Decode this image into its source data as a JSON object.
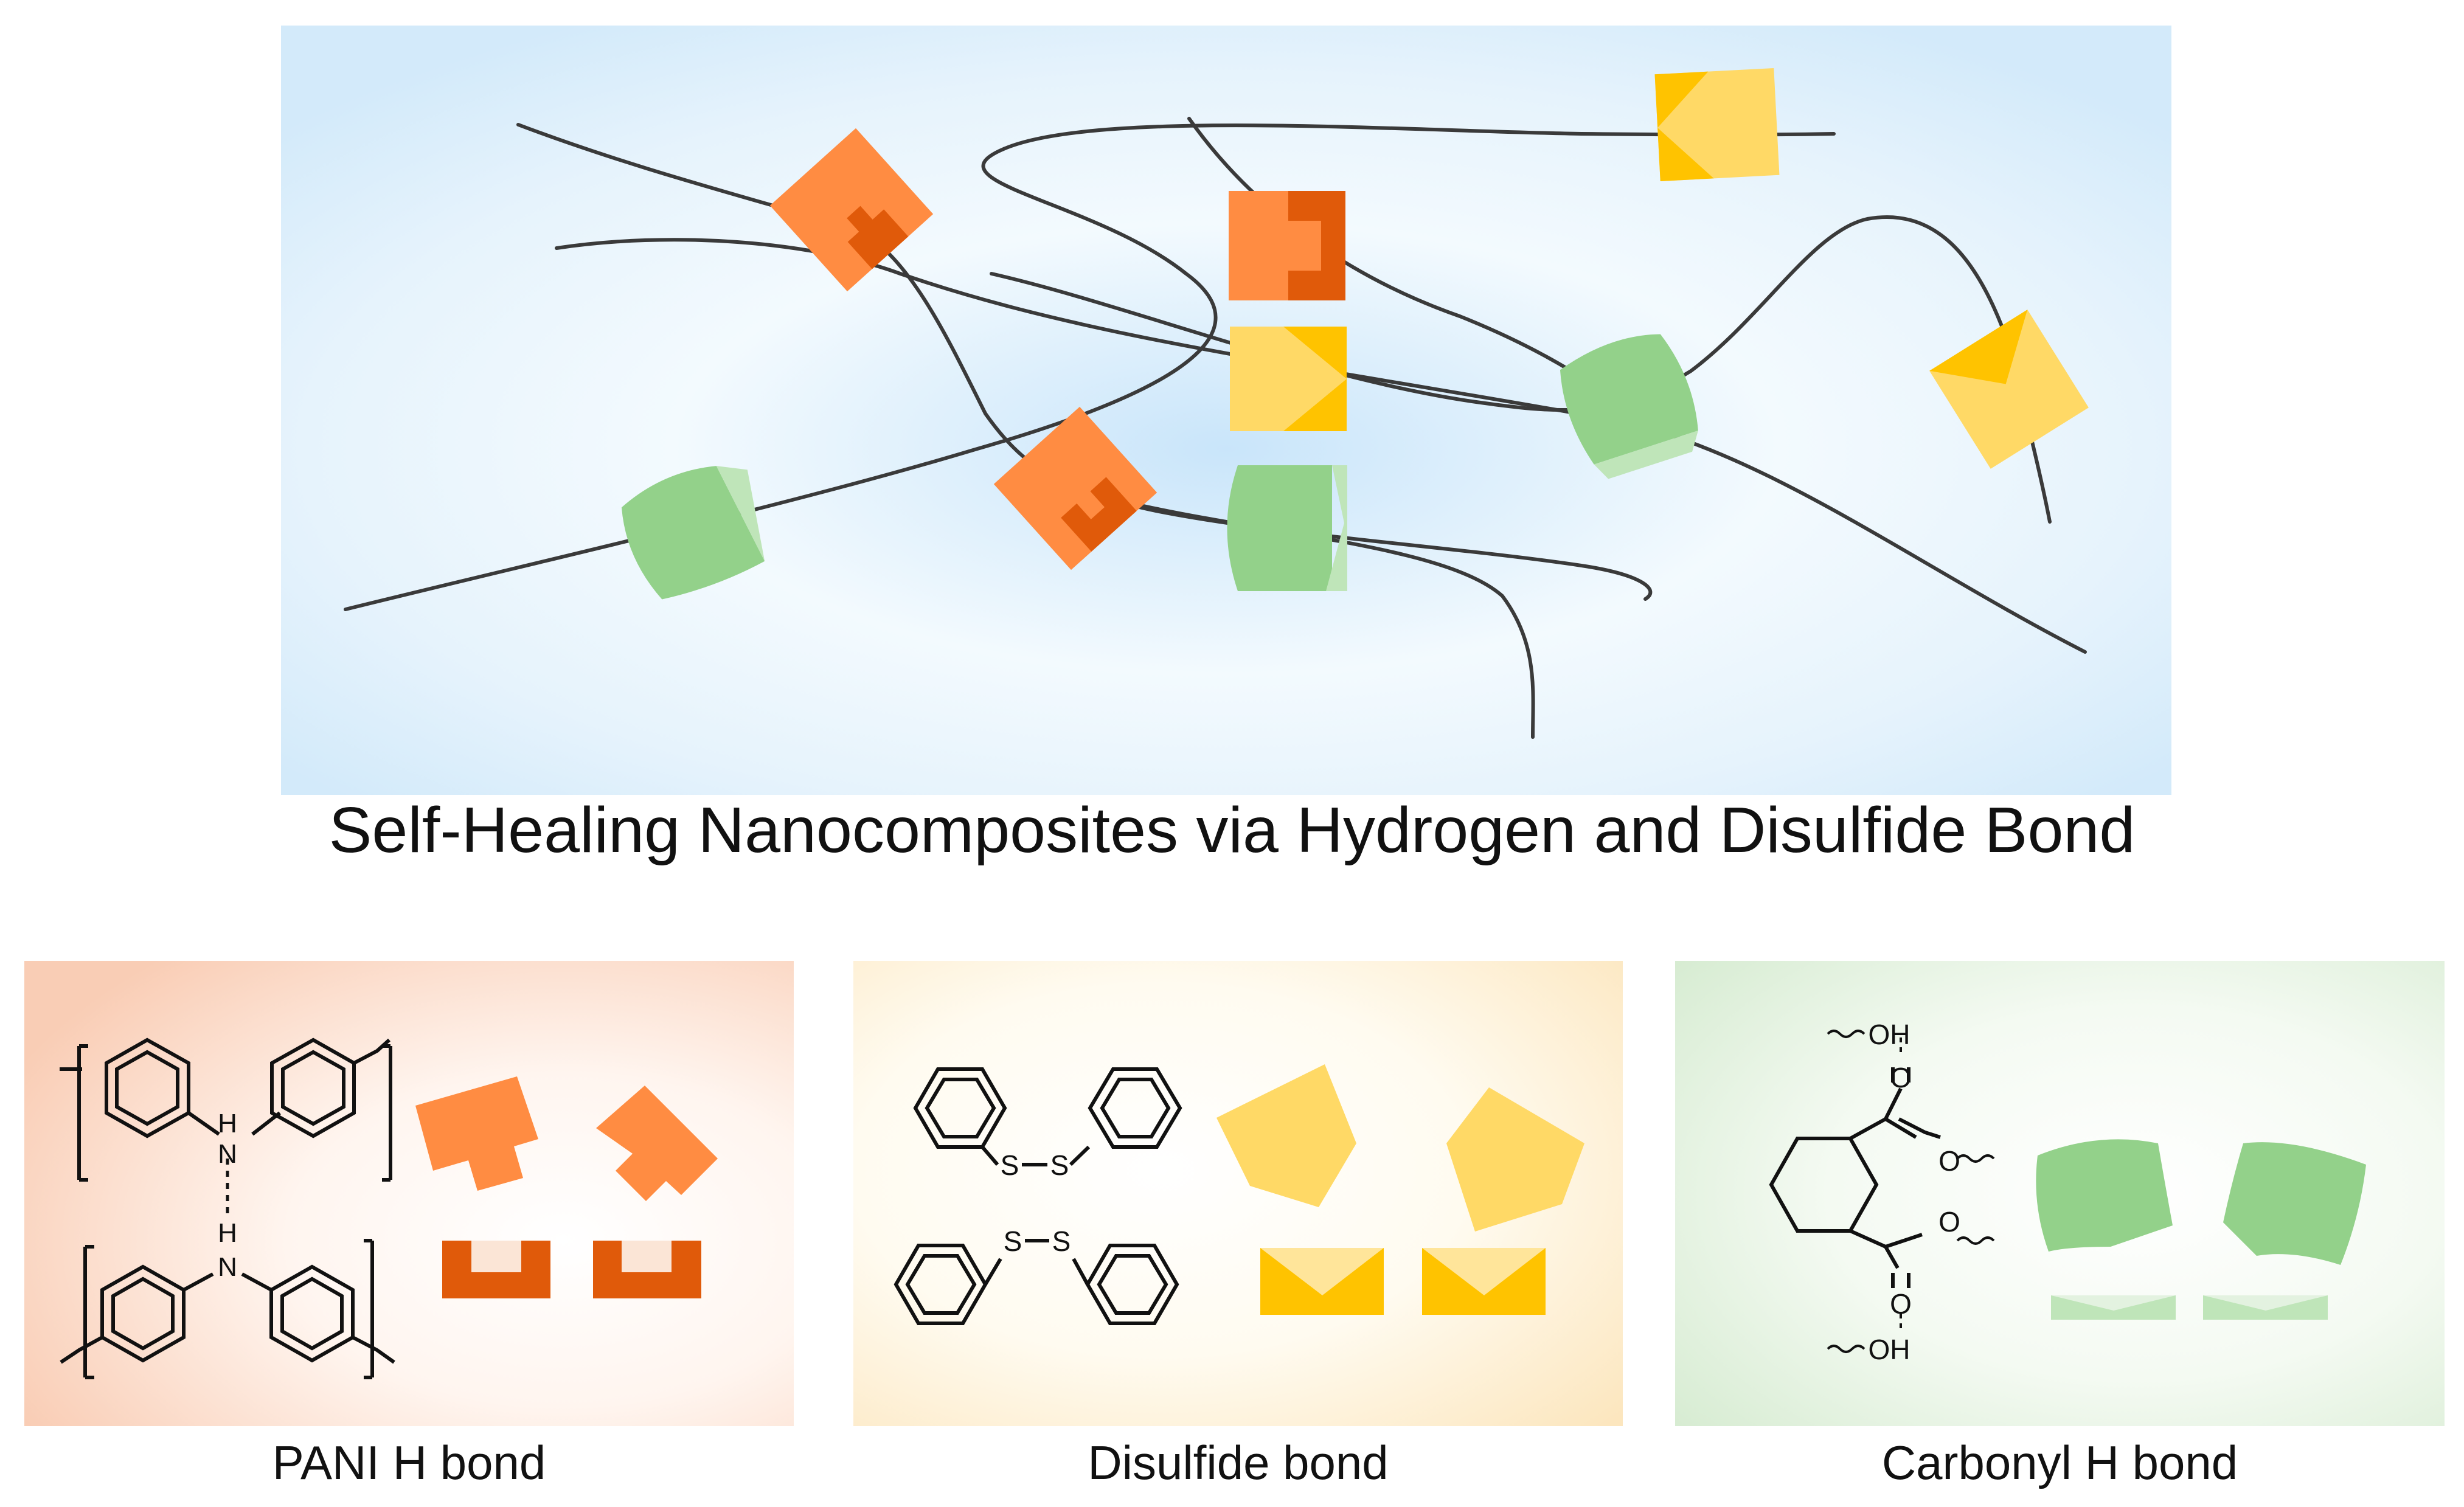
{
  "title": "Self-Healing Nanocomposites via Hydrogen and Disulfide Bond",
  "colors": {
    "orange": "#FF8C42",
    "orange_dark": "#E05A0A",
    "yellow": "#FFD966",
    "yellow_dark": "#FFC300",
    "green": "#93D18A",
    "green_light": "#BFE5B9",
    "panel_blue": "#DDEFFB",
    "panel_orange": "#FBD9C8",
    "panel_yellow": "#FDF1D6",
    "panel_green": "#E3F2E0"
  },
  "panels": [
    {
      "caption": "PANI H bond",
      "atoms": {
        "top_h": "H",
        "top_n": "N",
        "bottom_h": "H",
        "bottom_n": "N"
      }
    },
    {
      "caption": "Disulfide bond",
      "atoms": {
        "s1": "S",
        "s2": "S",
        "s3": "S",
        "s4": "S"
      }
    },
    {
      "caption": "Carbonyl H bond",
      "atoms": {
        "oh_top": "OH",
        "o_top": "O",
        "o_ester_top": "O",
        "o_ester_bottom": "O",
        "o_bottom": "O",
        "oh_bottom": "OH"
      }
    }
  ]
}
